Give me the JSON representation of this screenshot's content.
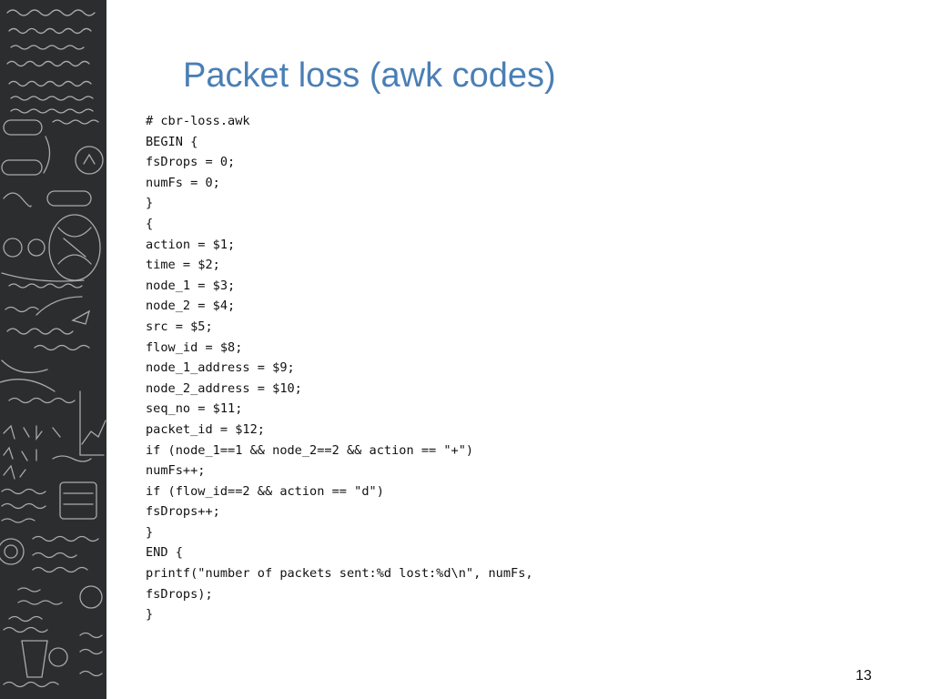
{
  "slide": {
    "title": "Packet loss (awk codes)",
    "page_number": "13"
  },
  "code_lines": [
    "# cbr-loss.awk",
    "BEGIN {",
    "fsDrops = 0;",
    "numFs = 0;",
    "}",
    "{",
    "action = $1;",
    "time = $2;",
    "node_1 = $3;",
    "node_2 = $4;",
    "src = $5;",
    "flow_id = $8;",
    "node_1_address = $9;",
    "node_2_address = $10;",
    "seq_no = $11;",
    "packet_id = $12;",
    "if (node_1==1 && node_2==2 && action == \"+\")",
    "numFs++;",
    "if (flow_id==2 && action == \"d\")",
    "fsDrops++;",
    "}",
    "END {",
    "printf(\"number of packets sent:%d lost:%d\\n\", numFs,",
    "fsDrops);",
    "}"
  ],
  "decoration": {
    "panel_color": "#2b2d2e",
    "chalk_color": "#d9d9d9",
    "title_color": "#4a7fb5"
  }
}
